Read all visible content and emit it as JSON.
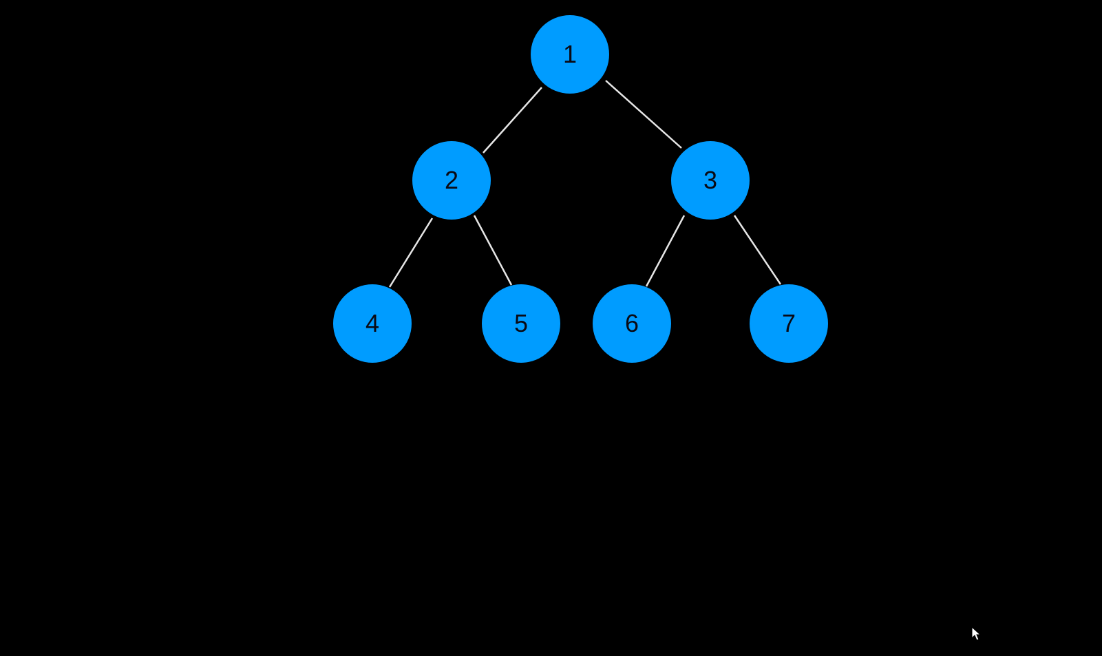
{
  "nodes": [
    {
      "id": "n1",
      "label": "1"
    },
    {
      "id": "n2",
      "label": "2"
    },
    {
      "id": "n3",
      "label": "3"
    },
    {
      "id": "n4",
      "label": "4"
    },
    {
      "id": "n5",
      "label": "5"
    },
    {
      "id": "n6",
      "label": "6"
    },
    {
      "id": "n7",
      "label": "7"
    }
  ],
  "edges": [
    {
      "from": "1",
      "to": "2"
    },
    {
      "from": "1",
      "to": "3"
    },
    {
      "from": "2",
      "to": "4"
    },
    {
      "from": "2",
      "to": "5"
    },
    {
      "from": "3",
      "to": "6"
    },
    {
      "from": "3",
      "to": "7"
    }
  ],
  "colors": {
    "background": "#000000",
    "node_fill": "#009cff",
    "edge": "#e6e6e6",
    "label": "#0a0a14"
  },
  "icons": {
    "cursor": "mouse-pointer-icon"
  }
}
